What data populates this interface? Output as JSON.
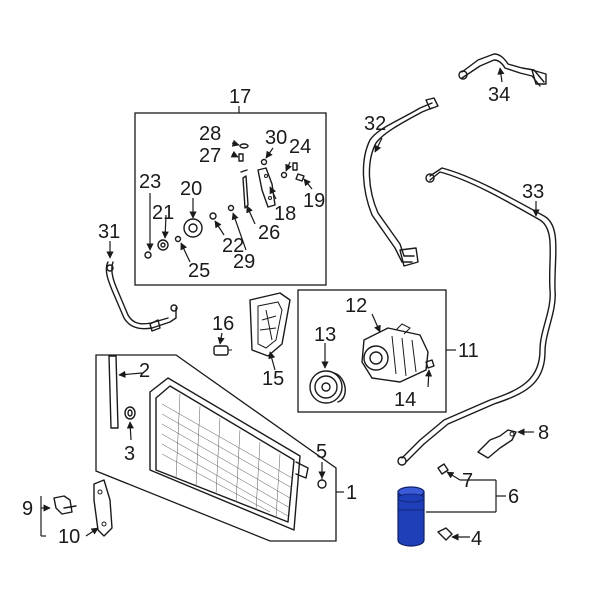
{
  "diagram": {
    "labels": {
      "p1": "1",
      "p2": "2",
      "p3": "3",
      "p4": "4",
      "p5": "5",
      "p6": "6",
      "p7": "7",
      "p8": "8",
      "p9": "9",
      "p10": "10",
      "p11": "11",
      "p12": "12",
      "p13": "13",
      "p14": "14",
      "p15": "15",
      "p16": "16",
      "p17": "17",
      "p18": "18",
      "p19": "19",
      "p20": "20",
      "p21": "21",
      "p22": "22",
      "p23": "23",
      "p24": "24",
      "p25": "25",
      "p26": "26",
      "p27": "27",
      "p28": "28",
      "p29": "29",
      "p30": "30",
      "p31": "31",
      "p32": "32",
      "p33": "33",
      "p34": "34"
    },
    "highlight_color": "#1f3fb8"
  }
}
